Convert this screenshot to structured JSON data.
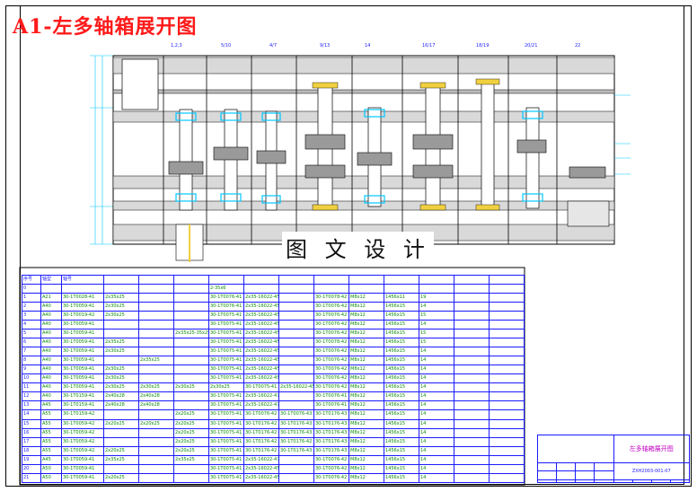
{
  "title": "A1-左多轴箱展开图",
  "watermark": "图 文 设 计",
  "table": {
    "headers": [
      "序号",
      "轴型",
      "轴号",
      "",
      "",
      "",
      "",
      "",
      "",
      "",
      "",
      "",
      "",
      "",
      "",
      ""
    ],
    "rows": [
      [
        "0",
        "",
        "",
        "",
        "",
        "",
        "2-35x6",
        "",
        "",
        "",
        "",
        "",
        "",
        "",
        ""
      ],
      [
        "1",
        "A21",
        "30-1T0028-41",
        "2x35x25",
        "",
        "",
        "30-1T0076-41",
        "2x35-16022-45",
        "",
        "30-1T0078-42",
        "M8x12",
        "1456x11",
        "19",
        "",
        ""
      ],
      [
        "2",
        "A40",
        "30-1T0059-41",
        "2x30x25",
        "",
        "",
        "30-1T0076-41",
        "2x35-16022-45",
        "",
        "30-1T0076-42",
        "M8x12",
        "1456x15",
        "14",
        "",
        ""
      ],
      [
        "3",
        "A40",
        "30-1T0019-42",
        "2x30x25",
        "",
        "",
        "30-1T0075-41",
        "2x35-16022-45",
        "",
        "30-1T0076-42",
        "M8x12",
        "1456x15",
        "15",
        "",
        ""
      ],
      [
        "4",
        "A40",
        "30-1T0059-41",
        "",
        "",
        "",
        "30-1T0075-41",
        "2x35-16022-45",
        "",
        "30-1T0076-42",
        "M8x12",
        "1456x15",
        "14",
        "",
        ""
      ],
      [
        "5",
        "A40",
        "30-1T0059-41",
        "",
        "",
        "2x35x25-35x25",
        "30-1T0075-41",
        "2x35-16022-45",
        "",
        "30-1T0076-42",
        "M8x12",
        "1456x15",
        "15",
        "",
        ""
      ],
      [
        "6",
        "A40",
        "30-1T0059-41",
        "2x35x25",
        "",
        "",
        "30-1T0075-41",
        "2x35-16022-45",
        "",
        "30-1T0078-42",
        "M8x12",
        "1456x15",
        "15",
        "",
        ""
      ],
      [
        "7",
        "A40",
        "30-1T0059-41",
        "2x30x25",
        "",
        "",
        "30-1T0075-41",
        "2x35-16022-45",
        "",
        "30-1T0076-42",
        "M8x12",
        "1456x15",
        "14",
        "",
        ""
      ],
      [
        "8",
        "A40",
        "30-1T0059-41",
        "",
        "2x35x25",
        "",
        "30-1T0075-41",
        "2x35-16022-45",
        "",
        "30-1T0076-42",
        "M8x12",
        "1456x15",
        "14",
        "",
        ""
      ],
      [
        "9",
        "A40",
        "30-1T0059-41",
        "2x30x25",
        "",
        "",
        "30-1T0075-41",
        "2x35-16022-45",
        "",
        "30-1T0076-42",
        "M8x12",
        "1456x15",
        "14",
        "",
        ""
      ],
      [
        "10",
        "A40",
        "30-1T0059-41",
        "2x30x25",
        "",
        "",
        "30-1T0075-41",
        "2x35-16022-45",
        "",
        "30-1T0076-42",
        "M8x12",
        "1456x15",
        "14",
        "",
        ""
      ],
      [
        "11",
        "A40",
        "30-1T0059-41",
        "2x30x25",
        "2x30x25",
        "2x30x25",
        "2x30x25",
        "30-1T0075-41",
        "2x35-16022-45",
        "30-1T0076-42",
        "M8x12",
        "1456x15",
        "14",
        "",
        ""
      ],
      [
        "12",
        "A40",
        "30-1T0159-41",
        "2x40x28",
        "2x40x28",
        "",
        "30-1T0075-41",
        "2x35-16022-47",
        "",
        "30-1T0076-41",
        "M8x12",
        "1456x15",
        "14",
        "",
        ""
      ],
      [
        "13",
        "A45",
        "30-1T0159-41",
        "2x40x28",
        "2x40x28",
        "",
        "30-1T0075-41",
        "2x35-16022-47",
        "",
        "30-1T0076-41",
        "M8x12",
        "1456x15",
        "14",
        "",
        ""
      ],
      [
        "14",
        "A55",
        "30-1T0159-42",
        "",
        "",
        "2x20x25",
        "30-1T0075-41",
        "30-1T0076-42",
        "30-1T0076-43",
        "30-1T0176-43",
        "M8x12",
        "1456x15",
        "14",
        "",
        ""
      ],
      [
        "15",
        "A55",
        "30-1T0059-42",
        "2x20x25",
        "2x20x25",
        "2x20x25",
        "30-1T0075-41",
        "30-1T0176-42",
        "30-1T0176-43",
        "30-1T0176-43",
        "M8x12",
        "1456x15",
        "14",
        "",
        ""
      ],
      [
        "16",
        "A55",
        "30-1T0059-42",
        "",
        "",
        "2x20x25",
        "30-1T0075-41",
        "30-1T0176-42",
        "30-1T0176-43",
        "30-1T0176-43",
        "M8x12",
        "1456x15",
        "14",
        "",
        ""
      ],
      [
        "17",
        "A55",
        "30-1T0059-42",
        "",
        "",
        "2x20x25",
        "30-1T0075-41",
        "30-1T0176-42",
        "30-1T0176-42",
        "30-1T0176-43",
        "M8x12",
        "1456x15",
        "14",
        "",
        ""
      ],
      [
        "18",
        "A55",
        "30-1T0059-42",
        "2x20x25",
        "",
        "2x20x25",
        "30-1T0075-41",
        "30-1T0176-42",
        "30-1T0176-43",
        "30-1T0176-43",
        "M8x12",
        "1456x15",
        "14",
        "",
        ""
      ],
      [
        "19",
        "A45",
        "30-1T0059-41",
        "2x35x25",
        "",
        "2x35x25",
        "30-1T0075-41",
        "2x35-16022-47",
        "",
        "30-1T0076-42",
        "M8x12",
        "1456x15",
        "14",
        "",
        ""
      ],
      [
        "20",
        "A50",
        "30-1T0059-41",
        "",
        "",
        "",
        "30-1T0075-41",
        "2x35-16022-45",
        "",
        "30-1T0076-42",
        "M8x12",
        "1456x15",
        "14",
        "",
        ""
      ],
      [
        "21",
        "A50",
        "30-1T0059-41",
        "2x20x25",
        "",
        "",
        "30-1T0075-41",
        "2x35-16022-45",
        "",
        "30-1T0076-42",
        "M8x12",
        "1456x15",
        "14",
        "",
        ""
      ]
    ]
  },
  "title_block": {
    "name": "左多轴箱展开图",
    "code": "ZXH2003-001-07"
  },
  "colors": {
    "title": "#ff1a1a",
    "lines": "#1a1aff",
    "drawing": "#000000",
    "highlight": "#00c8ff"
  }
}
